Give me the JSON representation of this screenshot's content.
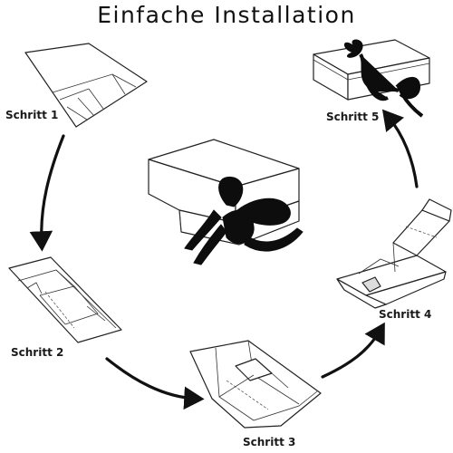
{
  "title": "Einfache Installation",
  "steps": [
    {
      "label": "Schritt 1"
    },
    {
      "label": "Schritt 2"
    },
    {
      "label": "Schritt 3"
    },
    {
      "label": "Schritt 4"
    },
    {
      "label": "Schritt 5"
    }
  ],
  "icons": {
    "center": "gift-box-with-ribbon",
    "step1": "flat-box-blank",
    "step2": "box-folding-walls",
    "step3": "box-half-folded",
    "step4": "box-open-lid",
    "step5": "box-closed-with-ribbon"
  }
}
